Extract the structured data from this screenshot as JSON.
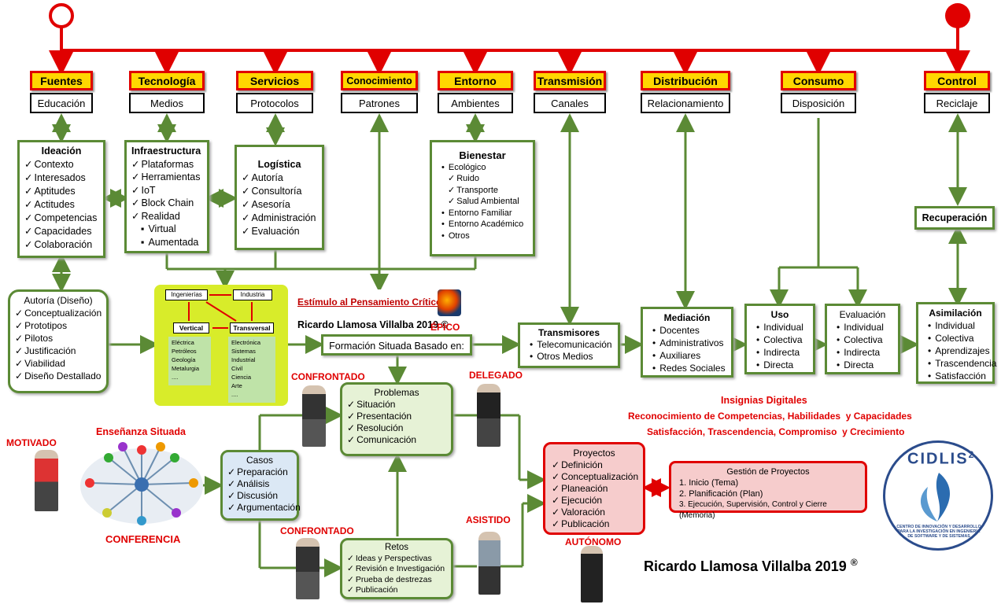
{
  "top_headers": [
    {
      "title": "Fuentes",
      "sub": "Educación"
    },
    {
      "title": "Tecnología",
      "sub": "Medios"
    },
    {
      "title": "Servicios",
      "sub": "Protocolos"
    },
    {
      "title": "Conocimiento",
      "sub": "Patrones"
    },
    {
      "title": "Entorno",
      "sub": "Ambientes"
    },
    {
      "title": "Transmisión",
      "sub": "Canales"
    },
    {
      "title": "Distribución",
      "sub": "Relacionamiento"
    },
    {
      "title": "Consumo",
      "sub": "Disposición"
    },
    {
      "title": "Control",
      "sub": "Reciclaje"
    }
  ],
  "ideacion": {
    "title": "Ideación",
    "items": [
      "Contexto",
      "Interesados",
      "Aptitudes",
      "Actitudes",
      "Competencias",
      "Capacidades",
      "Colaboración"
    ]
  },
  "infraestructura": {
    "title": "Infraestructura",
    "items": [
      "Plataformas",
      "Herramientas",
      "IoT",
      "Block Chain",
      "Realidad"
    ],
    "subitems": [
      "Virtual",
      "Aumentada"
    ]
  },
  "logistica": {
    "title": "Logística",
    "items": [
      "Autoría",
      "Consultoría",
      "Asesoría",
      "Administración",
      "Evaluación"
    ]
  },
  "bienestar": {
    "title": "Bienestar",
    "items": [
      "Ecológico"
    ],
    "checks": [
      "Ruido",
      "Transporte",
      "Salud Ambiental"
    ],
    "items2": [
      "Entorno Familiar",
      "Entorno Académico",
      "Otros"
    ]
  },
  "recuperacion": {
    "title": "Recuperación"
  },
  "autoria": {
    "title": "Autoría (Diseño)",
    "items": [
      "Conceptualización",
      "Prototipos",
      "Pilotos",
      "Justificación",
      "Viabilidad",
      "Diseño Destallado"
    ]
  },
  "yellow": {
    "ingenierias": "Ingenierías",
    "industria": "Industria",
    "vertical": "Vertical",
    "transversal": "Transversal",
    "vertical_items": [
      "Eléctrica",
      "Petróleos",
      "Geología",
      "Metalurgia",
      "...."
    ],
    "transversal_items": [
      "Electrónica",
      "Sistemas",
      "Industrial",
      "Civil",
      "Ciencia",
      "Arte",
      "...."
    ]
  },
  "estimulo": {
    "text": "Estímulo al Pensamiento Crítico",
    "author": "Ricardo Llamosa Villalba 2019 ©",
    "epico": "ÉPICO"
  },
  "formacion": {
    "text": "Formación Situada Basado en:"
  },
  "transmisores": {
    "title": "Transmisores",
    "items": [
      "Telecomunicación",
      "Otros Medios"
    ]
  },
  "mediacion": {
    "title": "Mediación",
    "items": [
      "Docentes",
      "Administrativos",
      "Auxiliares",
      "Redes Sociales"
    ]
  },
  "uso": {
    "title": "Uso",
    "items": [
      "Individual",
      "Colectiva",
      "Indirecta",
      "Directa"
    ]
  },
  "evaluacion": {
    "title": "Evaluación",
    "items": [
      "Individual",
      "Colectiva",
      "Indirecta",
      "Directa"
    ]
  },
  "asimilacion": {
    "title": "Asimilación",
    "items": [
      "Individual",
      "Colectiva",
      "Aprendizajes",
      "Trascendencia",
      "Satisfacción"
    ]
  },
  "problemas": {
    "title": "Problemas",
    "items": [
      "Situación",
      "Presentación",
      "Resolución",
      "Comunicación"
    ]
  },
  "casos": {
    "title": "Casos",
    "items": [
      "Preparación",
      "Análisis",
      "Discusión",
      "Argumentación"
    ]
  },
  "retos": {
    "title": "Retos",
    "items": [
      "Ideas y Perspectivas",
      "Revisión e Investigación",
      "Prueba de destrezas",
      "Publicación"
    ]
  },
  "proyectos": {
    "title": "Proyectos",
    "items": [
      "Definición",
      "Conceptualización",
      "Planeación",
      "Ejecución",
      "Valoración",
      "Publicación"
    ]
  },
  "gestion": {
    "title": "Gestión de Proyectos",
    "items": [
      "1. Inicio (Tema)",
      "2. Planificación (Plan)",
      "3. Ejecución, Supervisión, Control y Cierre (Memoria)"
    ]
  },
  "labels": {
    "motivado": "MOTIVADO",
    "ensenanza": "Enseñanza Situada",
    "conferencia": "CONFERENCIA",
    "confrontado1": "CONFRONTADO",
    "confrontado2": "CONFRONTADO",
    "delegado": "DELEGADO",
    "asistido": "ASISTIDO",
    "autonomo": "AUTÓNOMO"
  },
  "insignias": {
    "l1": "Insignias Digitales",
    "l2": "Reconocimiento de Competencias, Habilidades  y Capacidades",
    "l3": "Satisfacción, Trascendencia, Compromiso  y Crecimiento"
  },
  "cidlis": {
    "name": "CIDLIS",
    "sup": "2",
    "ring": "CENTRO DE INNOVACIÓN Y DESARROLLO PARA LA INVESTIGACIÓN EN INGENIERÍA DE SOFTWARE Y DE SISTEMAS"
  },
  "signature": {
    "text": "Ricardo Llamosa Villalba 2019",
    "mark": "®"
  }
}
